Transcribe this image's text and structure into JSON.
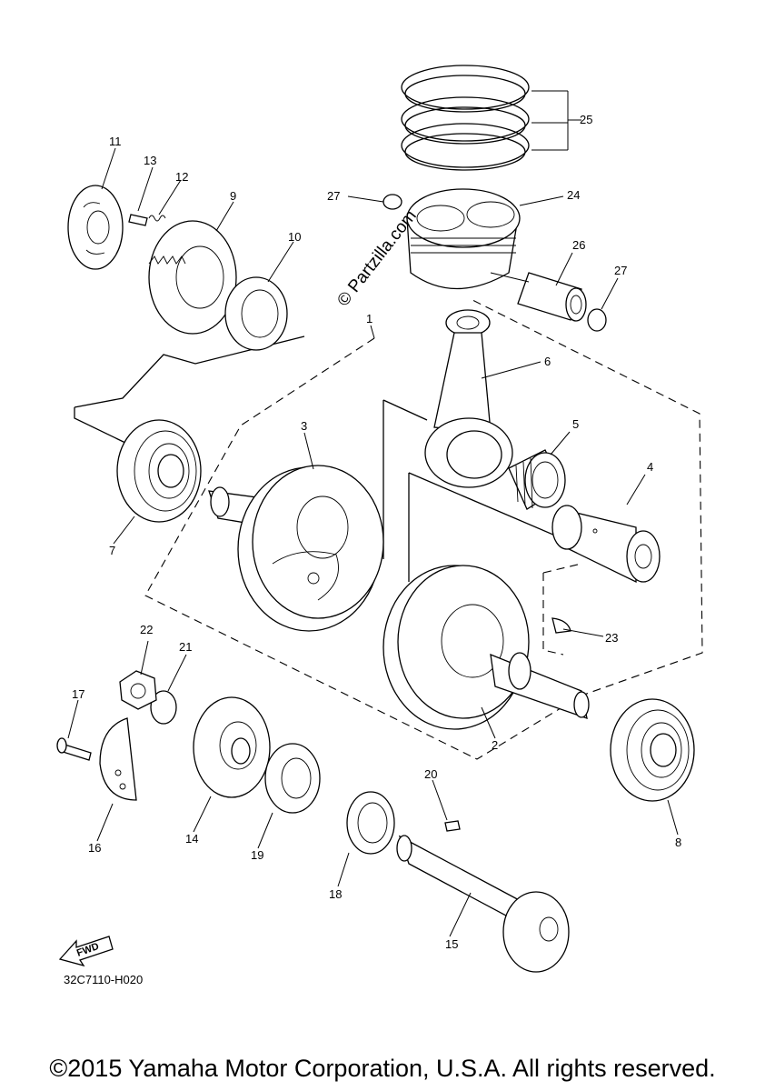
{
  "diagram": {
    "watermark": "© Partzilla.com",
    "direction_badge": "FWD",
    "code": "32C7110-H020",
    "copyright": "©2015 Yamaha Motor Corporation, U.S.A. All rights reserved.",
    "parts": [
      {
        "ref": "1"
      },
      {
        "ref": "2"
      },
      {
        "ref": "3"
      },
      {
        "ref": "4"
      },
      {
        "ref": "5"
      },
      {
        "ref": "6"
      },
      {
        "ref": "7"
      },
      {
        "ref": "8"
      },
      {
        "ref": "9"
      },
      {
        "ref": "10"
      },
      {
        "ref": "11"
      },
      {
        "ref": "12"
      },
      {
        "ref": "13"
      },
      {
        "ref": "14"
      },
      {
        "ref": "15"
      },
      {
        "ref": "16"
      },
      {
        "ref": "17"
      },
      {
        "ref": "18"
      },
      {
        "ref": "19"
      },
      {
        "ref": "20"
      },
      {
        "ref": "21"
      },
      {
        "ref": "22"
      },
      {
        "ref": "23"
      },
      {
        "ref": "24"
      },
      {
        "ref": "25"
      },
      {
        "ref": "26"
      },
      {
        "ref": "27"
      },
      {
        "ref": "27"
      }
    ]
  }
}
